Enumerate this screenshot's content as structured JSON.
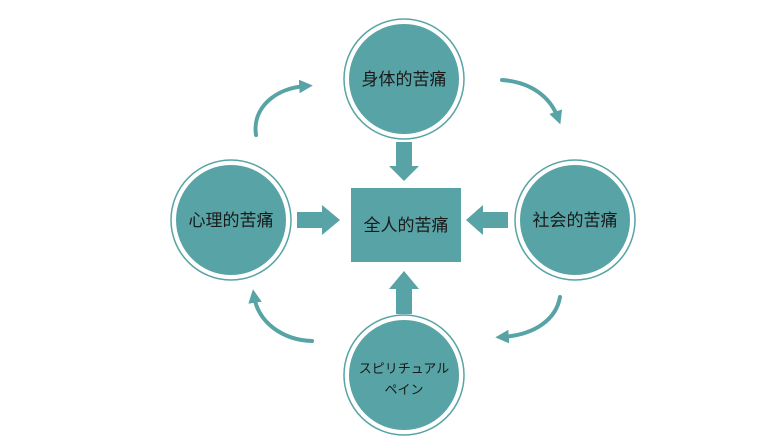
{
  "diagram": {
    "center": {
      "label": "全人的苦痛"
    },
    "nodes": {
      "top": {
        "label": "身体的苦痛"
      },
      "left": {
        "label": "心理的苦痛"
      },
      "right": {
        "label": "社会的苦痛"
      },
      "bottom": {
        "label_line1": "スピリチュアル",
        "label_line2": "ペイン"
      }
    },
    "colors": {
      "fill": "#58a3a6",
      "ring": "#58a3a6",
      "arrow": "#58a3a6",
      "text": "#1a1a1a"
    }
  }
}
